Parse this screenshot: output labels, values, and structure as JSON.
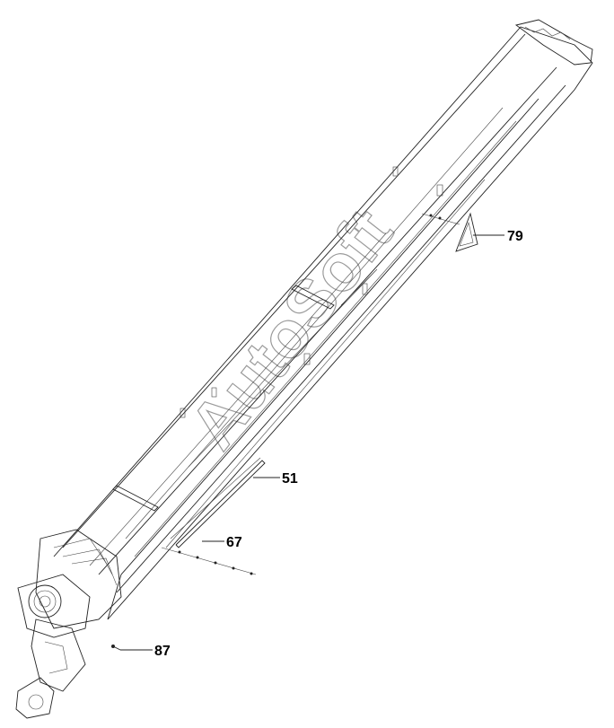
{
  "watermark": "AutoSoft",
  "callouts": [
    {
      "id": "79",
      "label": "79"
    },
    {
      "id": "51",
      "label": "51"
    },
    {
      "id": "67",
      "label": "67"
    },
    {
      "id": "87",
      "label": "87"
    }
  ],
  "colors": {
    "line": "#222222",
    "watermark_stroke": "#8a8a8a",
    "background": "#ffffff"
  }
}
